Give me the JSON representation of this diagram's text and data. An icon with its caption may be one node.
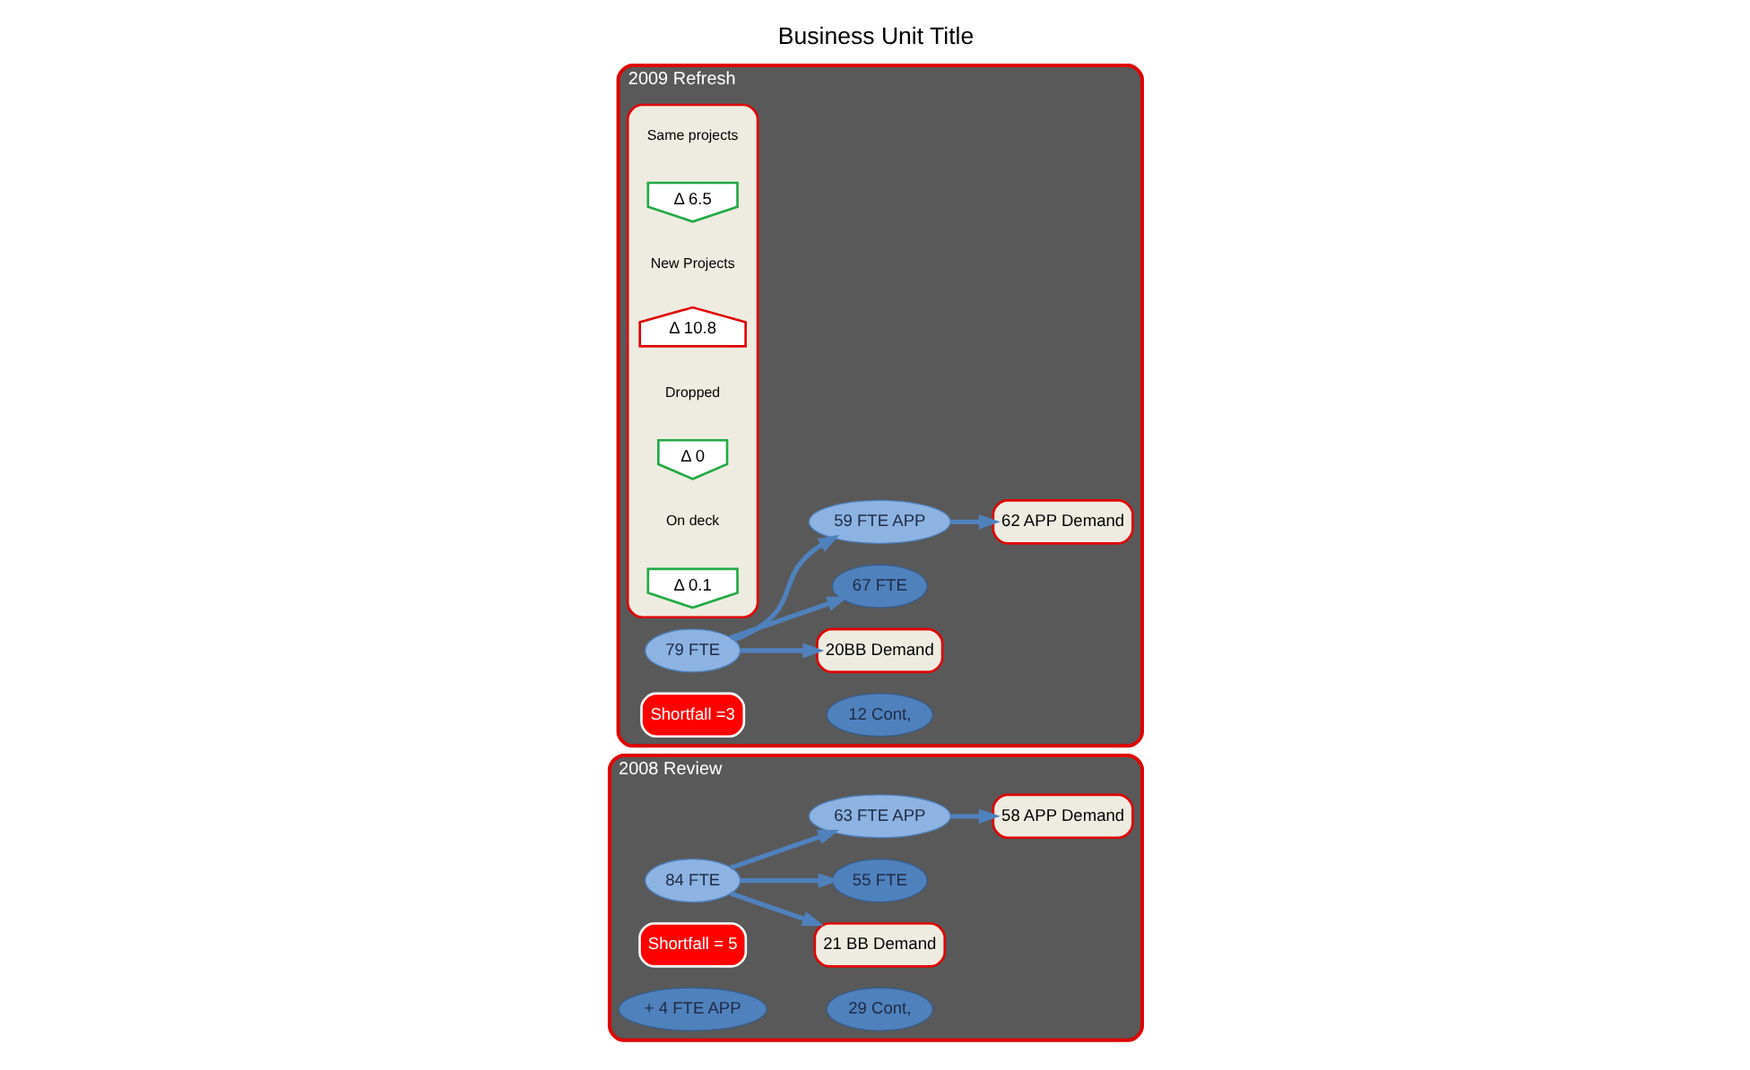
{
  "diagram": {
    "title": "Business Unit Title",
    "nodes": [
      {
        "text": [
          "2008 Review"
        ]
      },
      {
        "text": [
          "84 FTE"
        ],
        "in": 0
      },
      {
        "text": [
          "21 BB Demand"
        ],
        "in": 0
      },
      {
        "text": [
          "55 FTE"
        ],
        "in": 0
      },
      {
        "text": [
          "29 Cont,"
        ],
        "in": 0
      },
      {
        "text": [
          "63 FTE APP"
        ],
        "in": 0
      },
      {
        "text": [
          "58 APP Demand"
        ],
        "in": 0
      },
      {
        "text": [
          "Shortfall = 5"
        ],
        "in": 0
      },
      {
        "text": [
          "+ 4 FTE APP"
        ],
        "in": 0
      },
      {
        "text": [
          "2009 Refresh"
        ]
      },
      {
        "text": [
          "79 FTE"
        ],
        "in": 9
      },
      {
        "text": [
          "20BB Demand"
        ],
        "in": 9
      },
      {
        "text": [
          "67 FTE"
        ],
        "in": 9
      },
      {
        "text": [
          "12 Cont,"
        ],
        "in": 9
      },
      {
        "text": [
          "59 FTE APP"
        ],
        "in": 9
      },
      {
        "text": [
          "62 APP Demand"
        ],
        "in": 9
      },
      {
        "text": [
          "Shortfall =3"
        ],
        "in": 9
      },
      {
        "text": [],
        "shape": "box",
        "in": 9
      },
      {
        "text": [
          "Δ 6.5"
        ],
        "beside": [
          "Same projects"
        ],
        "in": 17
      },
      {
        "text": [
          "Δ 10.8"
        ],
        "beside": [
          "New Projects"
        ],
        "in": 17
      },
      {
        "text": [
          "Δ 0"
        ],
        "beside": [
          "Dropped"
        ],
        "in": 17
      },
      {
        "text": [
          "Δ 0.1"
        ],
        "beside": [
          "On deck"
        ],
        "in": 17
      }
    ],
    "edges": [
      {
        "from": 1,
        "to": 2,
        "arrow": "to"
      },
      {
        "from": 1,
        "to": 3,
        "arrow": "to"
      },
      {
        "from": 1,
        "to": 5,
        "arrow": "to"
      },
      {
        "from": 5,
        "to": 6,
        "arrow": "to"
      },
      {
        "from": 10,
        "to": 11,
        "arrow": "to"
      },
      {
        "from": 10,
        "to": 12,
        "arrow": "to"
      },
      {
        "from": 10,
        "to": 14,
        "arrow": "to"
      },
      {
        "from": 14,
        "to": 15,
        "arrow": "to"
      }
    ]
  }
}
